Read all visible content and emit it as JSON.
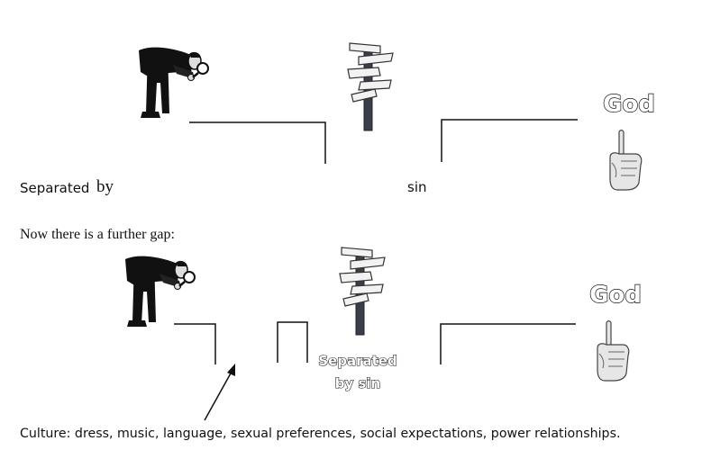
{
  "panel_top": {
    "separated_label": "Separated",
    "by_label": "by",
    "sin_label": "sin",
    "god_label": "God"
  },
  "intro_text": "Now there is a further gap:",
  "panel_bottom": {
    "god_label": "God",
    "separated_label": "Separated",
    "by_sin_label": "by sin"
  },
  "caption": "Culture: dress, music, language, sexual preferences, social expectations, power relationships.",
  "icons": {
    "searcher": "man-with-magnifying-glass-icon",
    "signpost": "signpost-icon",
    "hand": "pointing-hand-icon"
  }
}
